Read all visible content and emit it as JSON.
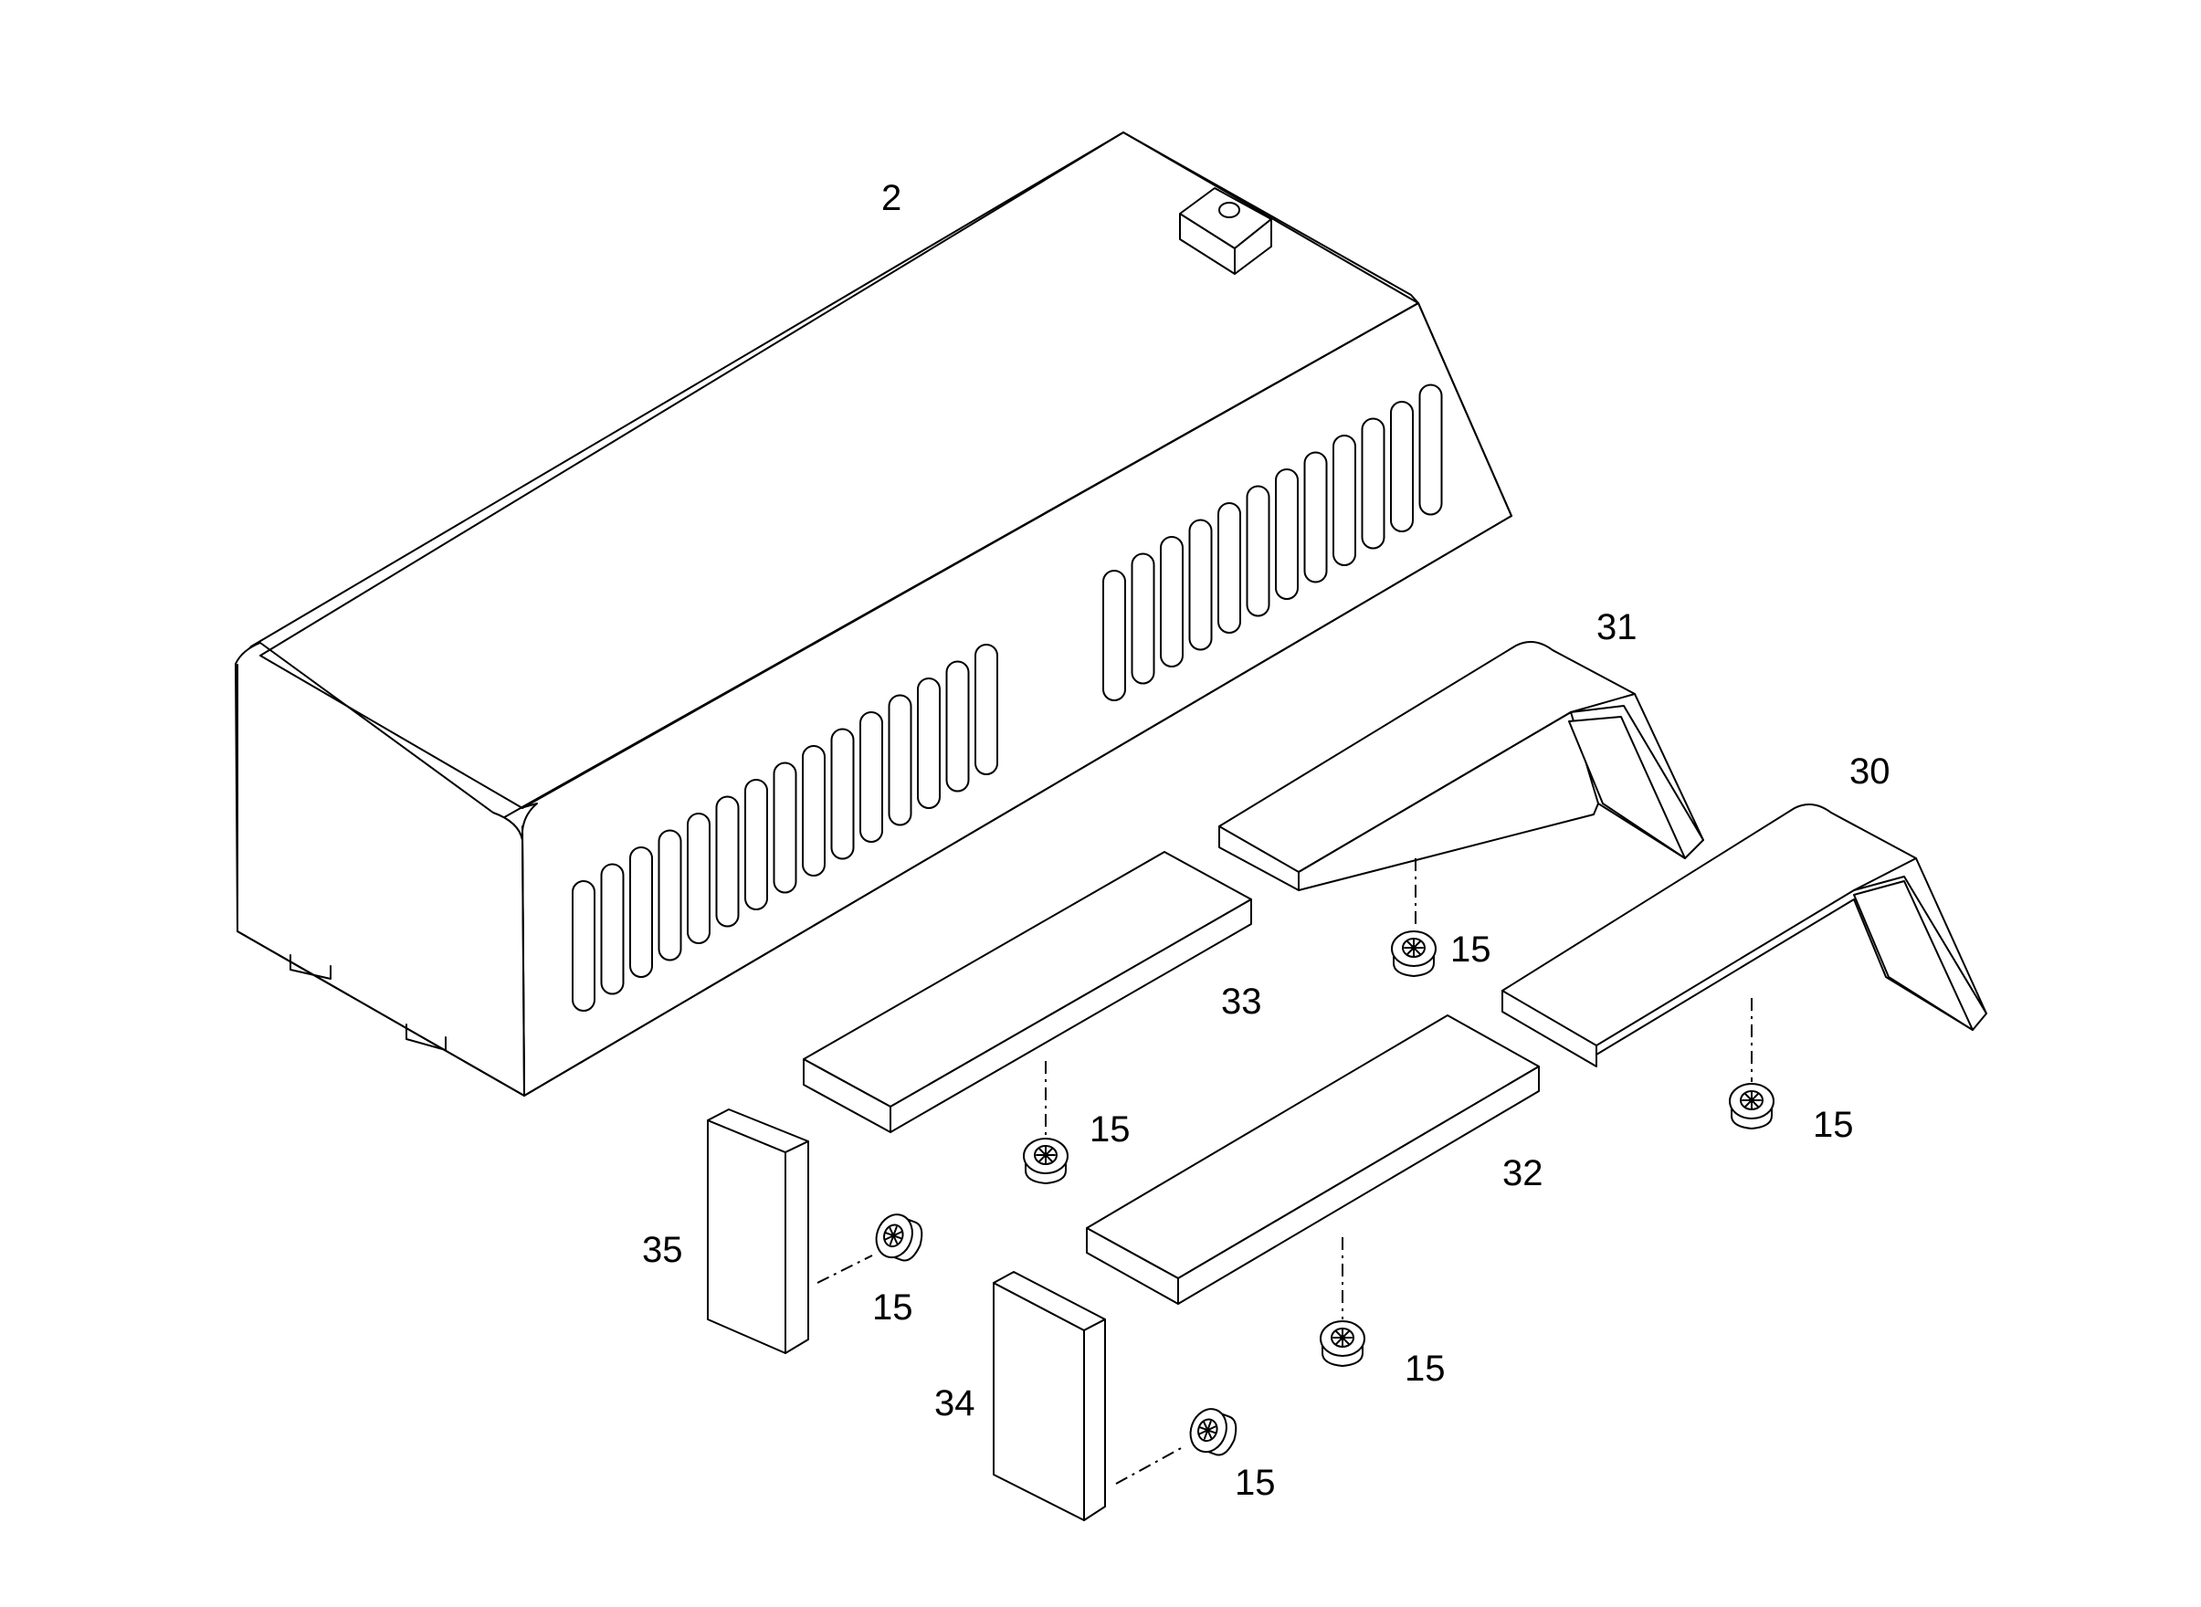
{
  "figure": {
    "labels": {
      "cover": "2",
      "fender_large_back": "31",
      "fender_large_front": "30",
      "strip_upper": "33",
      "strip_lower": "32",
      "end_block_left": "35",
      "end_block_right": "34",
      "screw": "15"
    },
    "icons": {
      "screw": "screw-icon"
    }
  }
}
